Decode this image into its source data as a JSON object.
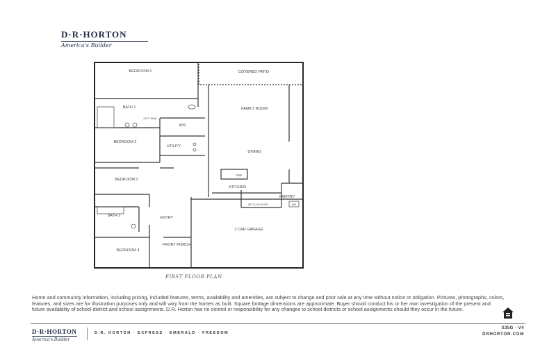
{
  "brand": {
    "name": "D·R·HORTON",
    "tagline": "America's Builder"
  },
  "plan": {
    "caption": "FIRST FLOOR PLAN",
    "rooms": {
      "bedroom1": "BEDROOM 1",
      "covered_patio": "COVERED PATIO",
      "bath1": "BATH 1",
      "opt_sink": "OPT. SINK",
      "wic": "WIC",
      "family_room": "FAMILY ROOM",
      "bedroom2": "BEDROOM 2",
      "utility": "UTILITY",
      "dining": "DINING",
      "bedroom3": "BEDROOM 3",
      "dw": "DW",
      "kitchen": "KITCHEN",
      "pantry": "PANTRY",
      "attic_access": "ATTIC ACCESS",
      "wh": "WH",
      "bath2": "BATH 2",
      "entry": "ENTRY",
      "garage": "2 CAR GARAGE",
      "bedroom4": "BEDROOM 4",
      "front_porch": "FRONT PORCH"
    }
  },
  "disclaimer": "Home and community information, including pricing, included features, terms, availability and amenities, are subject to change and prior sale at any time without notice or obligation. Pictures, photographs, colors, features, and sizes are for illustration purposes only and will vary from the homes as built. Square footage dimensions are approximate. Buyer should conduct his or her own investigation of the present and future availability of school district and school assignments. D.R. Horton has no control or responsibility for any changes to school districts or school assignments should they occur in the future.",
  "footer": {
    "brands": "D.R. HORTON · EXPRESS · EMERALD · FREEDOM",
    "plan_code": "X35G - V4",
    "website": "DRHORTON.COM"
  },
  "icons": {
    "equal_housing": "equal-housing-opportunity-icon"
  }
}
